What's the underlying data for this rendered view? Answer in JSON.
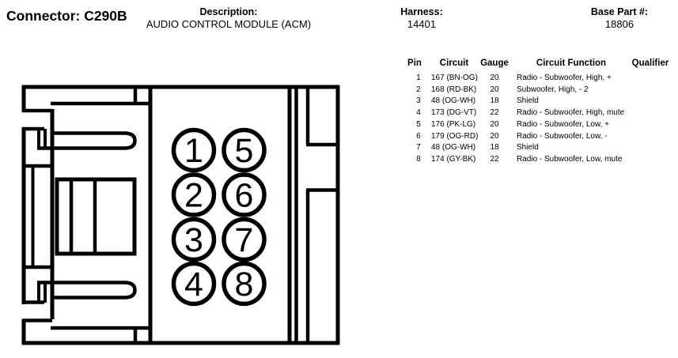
{
  "header": {
    "connector_label": "Connector: C290B",
    "description_label": "Description:",
    "description_value": "AUDIO CONTROL MODULE (ACM)",
    "harness_label": "Harness:",
    "harness_value": "14401",
    "base_part_label": "Base Part #:",
    "base_part_value": "18806"
  },
  "pin_table": {
    "columns": [
      "Pin",
      "Circuit",
      "Gauge",
      "Circuit Function",
      "Qualifier"
    ],
    "rows": [
      {
        "pin": "1",
        "circuit": "167 (BN-OG)",
        "gauge": "20",
        "function": "Radio - Subwoofer, High, +",
        "qualifier": ""
      },
      {
        "pin": "2",
        "circuit": "168 (RD-BK)",
        "gauge": "20",
        "function": "Subwoofer, High, - 2",
        "qualifier": ""
      },
      {
        "pin": "3",
        "circuit": "48 (OG-WH)",
        "gauge": "18",
        "function": "Shield",
        "qualifier": ""
      },
      {
        "pin": "4",
        "circuit": "173 (DG-VT)",
        "gauge": "22",
        "function": "Radio - Subwoofer, High, mute",
        "qualifier": ""
      },
      {
        "pin": "5",
        "circuit": "176 (PK-LG)",
        "gauge": "20",
        "function": "Radio - Subwoofer, Low, +",
        "qualifier": ""
      },
      {
        "pin": "6",
        "circuit": "179 (OG-RD)",
        "gauge": "20",
        "function": "Radio - Subwoofer, Low, -",
        "qualifier": ""
      },
      {
        "pin": "7",
        "circuit": "48 (OG-WH)",
        "gauge": "18",
        "function": "Shield",
        "qualifier": ""
      },
      {
        "pin": "8",
        "circuit": "174 (GY-BK)",
        "gauge": "22",
        "function": "Radio - Subwoofer, Low, mute",
        "qualifier": ""
      }
    ]
  },
  "connector_diagram": {
    "pins": [
      "1",
      "2",
      "3",
      "4",
      "5",
      "6",
      "7",
      "8"
    ],
    "stroke_color": "#000000",
    "background_color": "#ffffff"
  }
}
